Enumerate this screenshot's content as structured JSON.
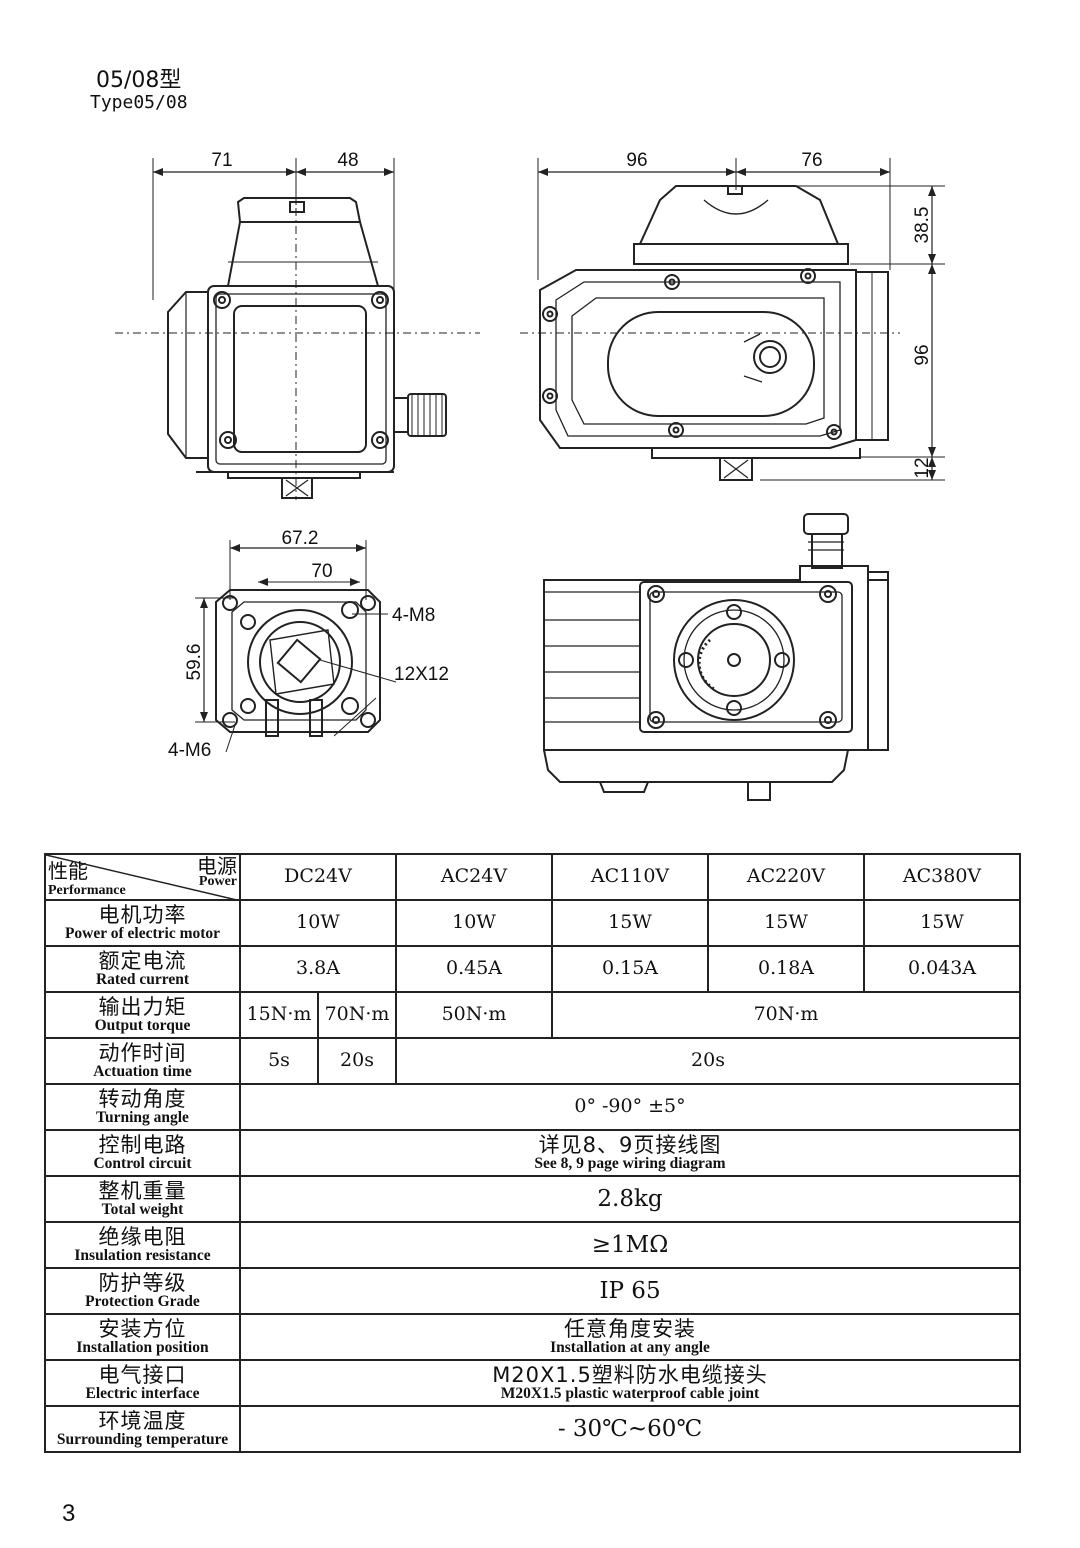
{
  "title": {
    "cn": "05/08型",
    "en": "Type05/08"
  },
  "dimensions": {
    "front_left": "71",
    "front_right": "48",
    "side_left": "96",
    "side_right": "76",
    "side_top": "38.5",
    "side_mid": "96",
    "side_bottom": "12",
    "flange_width": "67.2",
    "flange_pcd": "70",
    "flange_holes": "4-M8",
    "flange_height": "59.6",
    "square": "12X12",
    "small_holes": "4-M6"
  },
  "table": {
    "header": {
      "performance_cn": "性能",
      "performance_en": "Performance",
      "power_cn": "电源",
      "power_en": "Power"
    },
    "columns": [
      "DC24V",
      "AC24V",
      "AC110V",
      "AC220V",
      "AC380V"
    ],
    "rows": {
      "motor": {
        "cn": "电机功率",
        "en": "Power of electric motor",
        "values": [
          "10W",
          "10W",
          "15W",
          "15W",
          "15W"
        ]
      },
      "current": {
        "cn": "额定电流",
        "en": "Rated current",
        "values": [
          "3.8A",
          "0.45A",
          "0.15A",
          "0.18A",
          "0.043A"
        ]
      },
      "torque": {
        "cn": "输出力矩",
        "en": "Output torque",
        "values": [
          "15N·m",
          "70N·m",
          "50N·m",
          "70N·m"
        ]
      },
      "time": {
        "cn": "动作时间",
        "en": "Actuation time",
        "values": [
          "5s",
          "20s",
          "20s"
        ]
      },
      "angle": {
        "cn": "转动角度",
        "en": "Turning angle",
        "value": "0° -90° ±5°"
      },
      "control": {
        "cn": "控制电路",
        "en": "Control circuit",
        "value_cn": "详见8、9页接线图",
        "value_en": "See 8, 9 page wiring diagram"
      },
      "weight": {
        "cn": "整机重量",
        "en": "Total weight",
        "value": "2.8kg"
      },
      "insulation": {
        "cn": "绝缘电阻",
        "en": "Insulation resistance",
        "value": "≥1MΩ"
      },
      "protection": {
        "cn": "防护等级",
        "en": "Protection Grade",
        "value": "IP 65"
      },
      "installation": {
        "cn": "安装方位",
        "en": "Installation position",
        "value_cn": "任意角度安装",
        "value_en": "Installation at any angle"
      },
      "interface": {
        "cn": "电气接口",
        "en": "Electric interface",
        "value_cn": "M20X1.5塑料防水电缆接头",
        "value_en": "M20X1.5 plastic waterproof cable joint"
      },
      "temperature": {
        "cn": "环境温度",
        "en": "Surrounding temperature",
        "value": "- 30℃~60℃"
      }
    }
  },
  "page_number": "3"
}
